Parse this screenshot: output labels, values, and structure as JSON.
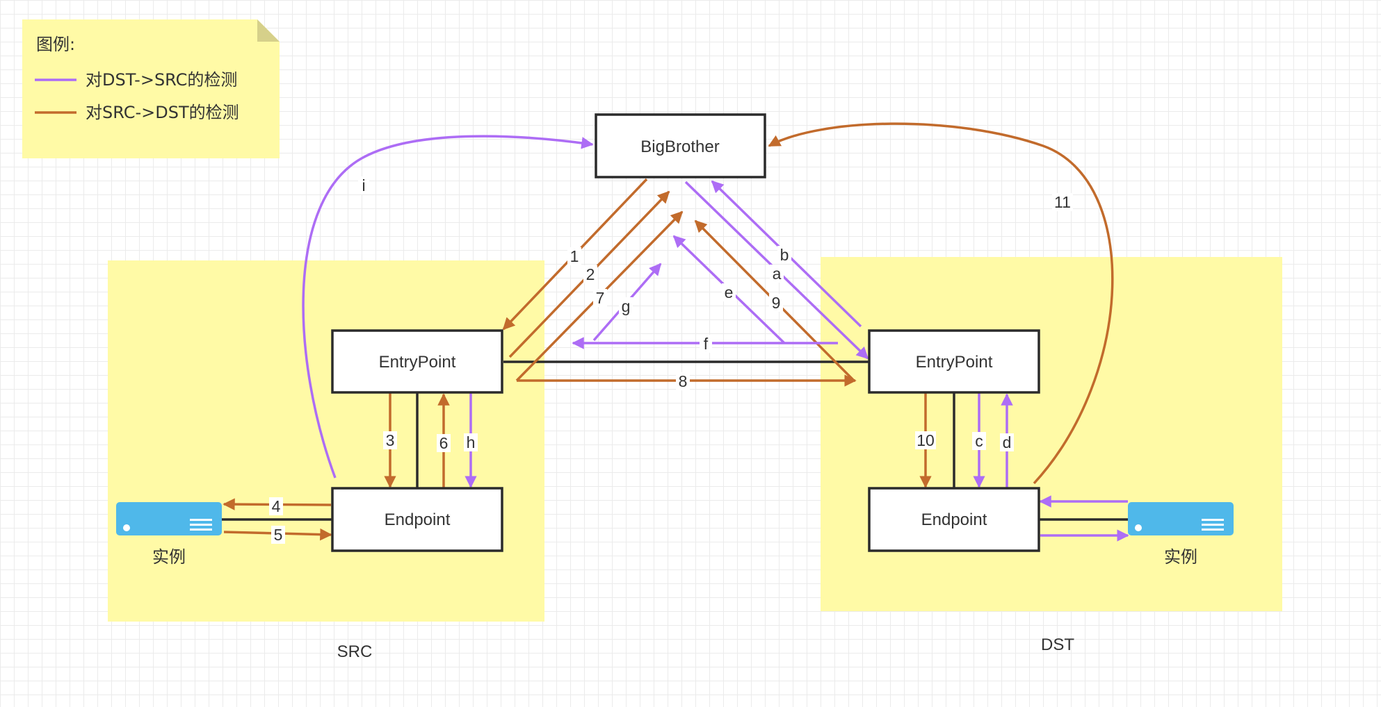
{
  "legend": {
    "title": "图例:",
    "items": [
      {
        "label": "对DST->SRC的检测",
        "color": "#ad6df5"
      },
      {
        "label": "对SRC->DST的检测",
        "color": "#c26b2c"
      }
    ]
  },
  "zones": {
    "src_label": "SRC",
    "dst_label": "DST"
  },
  "nodes": {
    "bigbrother": "BigBrother",
    "src_entrypoint": "EntryPoint",
    "src_endpoint": "Endpoint",
    "dst_entrypoint": "EntryPoint",
    "dst_endpoint": "Endpoint",
    "src_instance": "实例",
    "dst_instance": "实例"
  },
  "edge_labels": {
    "e1": "1",
    "e2": "2",
    "e3": "3",
    "e4": "4",
    "e5": "5",
    "e6": "6",
    "e7": "7",
    "e8": "8",
    "e9": "9",
    "e10": "10",
    "e11": "11",
    "a": "a",
    "b": "b",
    "c": "c",
    "d": "d",
    "e": "e",
    "f": "f",
    "g": "g",
    "h": "h",
    "i": "i"
  },
  "colors": {
    "src_to_dst": "#c26b2c",
    "dst_to_src": "#ad6df5",
    "zone_fill": "#fffaa6",
    "instance": "#4fb8ea"
  }
}
